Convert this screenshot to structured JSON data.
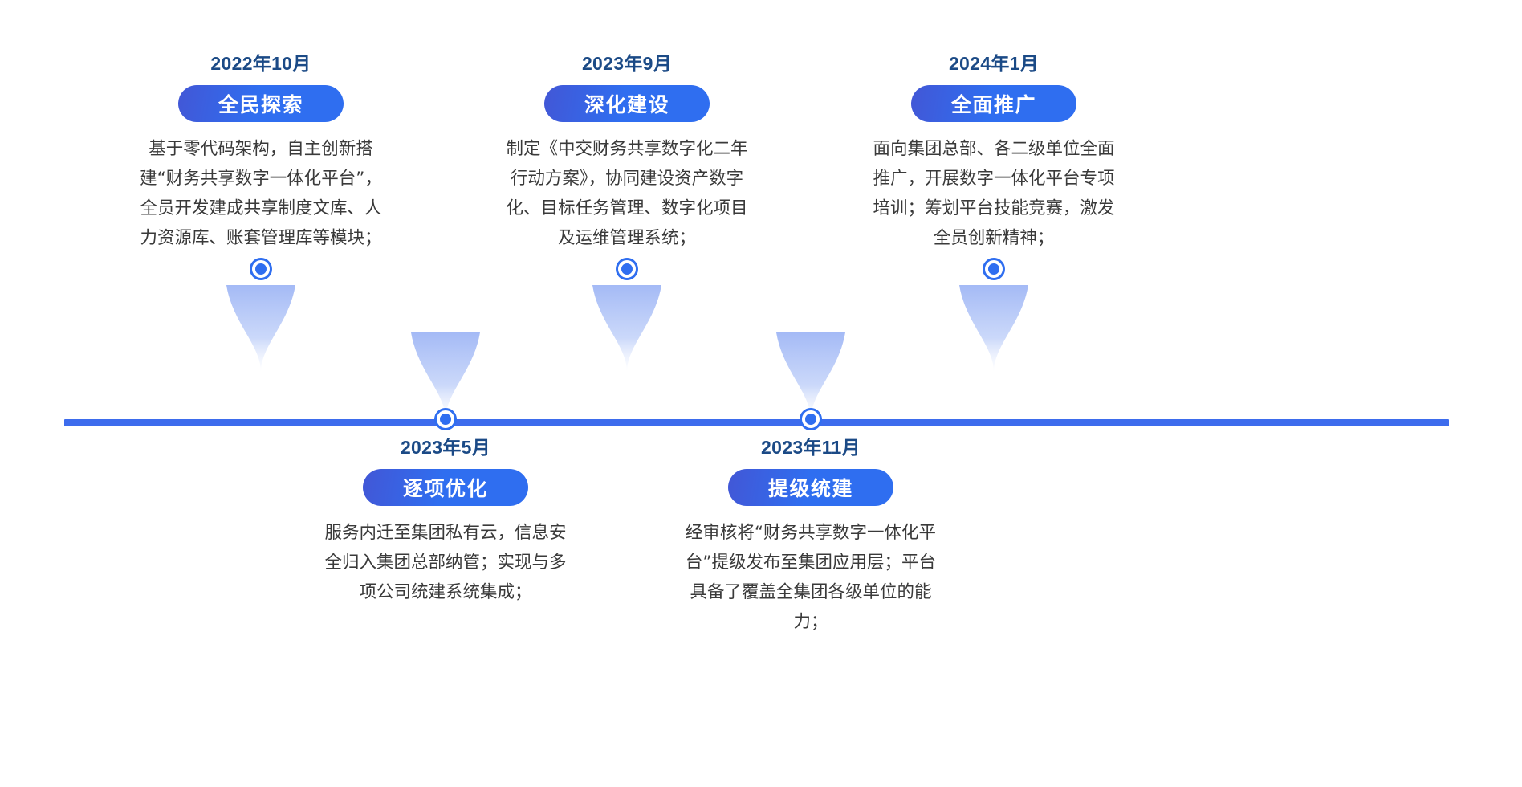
{
  "chart_data": {
    "type": "timeline",
    "title": "",
    "orientation": "horizontal",
    "axis_color": "#3d6ced",
    "accent_color": "#2f6ef0",
    "date_color": "#1b4a86",
    "body_color": "#3a3a3a",
    "milestones": [
      {
        "date": "2022年10月",
        "pill": "全民探索",
        "body": "基于零代码架构，自主创新搭建“财务共享数字一体化平台”，全员开发建成共享制度文库、人力资源库、账套管理库等模块；",
        "position": "above"
      },
      {
        "date": "2023年5月",
        "pill": "逐项优化",
        "body": "服务内迁至集团私有云，信息安全归入集团总部纳管；实现与多项公司统建系统集成；",
        "position": "below"
      },
      {
        "date": "2023年9月",
        "pill": "深化建设",
        "body": "制定《中交财务共享数字化二年行动方案》，协同建设资产数字化、目标任务管理、数字化项目及运维管理系统；",
        "position": "above"
      },
      {
        "date": "2023年11月",
        "pill": "提级统建",
        "body": "经审核将“财务共享数字一体化平台”提级发布至集团应用层；平台具备了覆盖全集团各级单位的能力；",
        "position": "below"
      },
      {
        "date": "2024年1月",
        "pill": "全面推广",
        "body": "面向集团总部、各二级单位全面推广，开展数字一体化平台专项培训；筹划平台技能竞赛，激发全员创新精神；",
        "position": "above"
      }
    ]
  },
  "icons": {
    "node_marker": "node-dot-icon",
    "connector": "funnel-connector-icon",
    "axis": "timeline-axis"
  }
}
